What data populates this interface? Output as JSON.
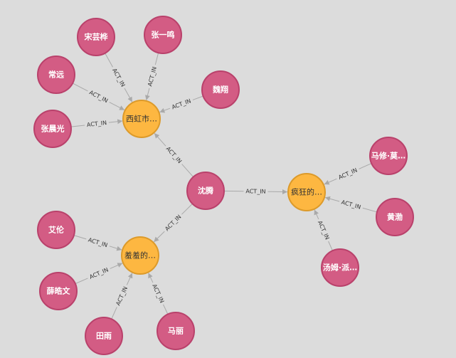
{
  "colors": {
    "person_fill": "#d35c84",
    "person_stroke": "#b9416b",
    "movie_fill": "#fdb741",
    "movie_stroke": "#dc9a2a",
    "edge": "#a9a9a9",
    "background": "#dcdcdc"
  },
  "graph": {
    "nodes": [
      {
        "id": "shenteng",
        "type": "person",
        "label": "沈腾"
      },
      {
        "id": "xihongshi",
        "type": "movie",
        "label": "西虹市…"
      },
      {
        "id": "fengkuang",
        "type": "movie",
        "label": "疯狂的…"
      },
      {
        "id": "xiuxiu",
        "type": "movie",
        "label": "羞羞的…"
      },
      {
        "id": "songyunhua",
        "type": "person",
        "label": "宋芸桦"
      },
      {
        "id": "zhangyiming",
        "type": "person",
        "label": "张一鸣"
      },
      {
        "id": "changyuan",
        "type": "person",
        "label": "常远"
      },
      {
        "id": "weixiang",
        "type": "person",
        "label": "魏翔"
      },
      {
        "id": "zhangchenguang",
        "type": "person",
        "label": "张晨光"
      },
      {
        "id": "maxiu",
        "type": "person",
        "label": "马修·莫…"
      },
      {
        "id": "huangbo",
        "type": "person",
        "label": "黄渤"
      },
      {
        "id": "tangmu",
        "type": "person",
        "label": "汤姆·派…"
      },
      {
        "id": "ailun",
        "type": "person",
        "label": "艾伦"
      },
      {
        "id": "xuehaowen",
        "type": "person",
        "label": "薛皓文"
      },
      {
        "id": "tianyu",
        "type": "person",
        "label": "田雨"
      },
      {
        "id": "mali",
        "type": "person",
        "label": "马丽"
      }
    ],
    "relationships": [
      {
        "from": "songyunhua",
        "to": "xihongshi",
        "label": "ACT_IN"
      },
      {
        "from": "zhangyiming",
        "to": "xihongshi",
        "label": "ACT_IN"
      },
      {
        "from": "changyuan",
        "to": "xihongshi",
        "label": "ACT_IN"
      },
      {
        "from": "weixiang",
        "to": "xihongshi",
        "label": "ACT_IN"
      },
      {
        "from": "zhangchenguang",
        "to": "xihongshi",
        "label": "ACT_IN"
      },
      {
        "from": "shenteng",
        "to": "xihongshi",
        "label": "ACT_IN"
      },
      {
        "from": "shenteng",
        "to": "fengkuang",
        "label": "ACT_IN"
      },
      {
        "from": "shenteng",
        "to": "xiuxiu",
        "label": "ACT_IN"
      },
      {
        "from": "maxiu",
        "to": "fengkuang",
        "label": "ACT_IN"
      },
      {
        "from": "huangbo",
        "to": "fengkuang",
        "label": "ACT_IN"
      },
      {
        "from": "tangmu",
        "to": "fengkuang",
        "label": "ACT_IN"
      },
      {
        "from": "ailun",
        "to": "xiuxiu",
        "label": "ACT_IN"
      },
      {
        "from": "xuehaowen",
        "to": "xiuxiu",
        "label": "ACT_IN"
      },
      {
        "from": "tianyu",
        "to": "xiuxiu",
        "label": "ACT_IN"
      },
      {
        "from": "mali",
        "to": "xiuxiu",
        "label": "ACT_IN"
      }
    ]
  }
}
